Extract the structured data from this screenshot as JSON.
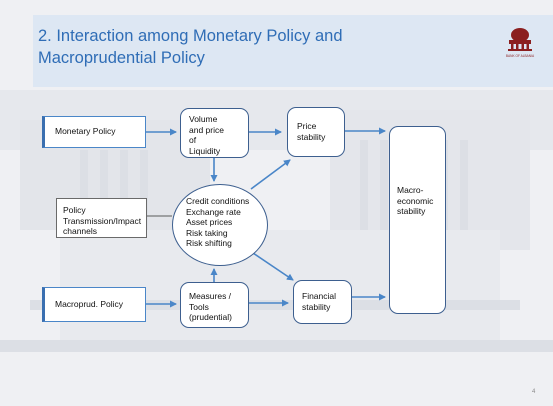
{
  "slide": {
    "title_line1": "2. Interaction among Monetary Policy and",
    "title_line2": "Macroprudential Policy",
    "page_number": "4"
  },
  "logo": {
    "caption": "BANK OF ALBANIA",
    "color": "#8b1f1f"
  },
  "diagram": {
    "monetary_policy": "Monetary Policy",
    "macroprud_policy": "Macroprud. Policy",
    "liquidity_lines": [
      "Volume",
      "and price",
      "of",
      "Liquidity"
    ],
    "tools_lines": [
      "Measures /",
      "Tools",
      "(prudential)"
    ],
    "channels_lines": [
      "Policy",
      "Transmission/Impact",
      "channels"
    ],
    "transmission_items": [
      "Credit conditions",
      "Exchange rate",
      "Asset prices",
      "Risk taking",
      "Risk shifting"
    ],
    "price_stability_lines": [
      "Price",
      "stability"
    ],
    "financial_stability_lines": [
      "Financial",
      "stability"
    ],
    "macro_stability_lines": [
      "Macro-",
      "economic",
      "stability"
    ]
  },
  "colors": {
    "title": "#2f6db6",
    "arrow": "#4a86c8",
    "box_border": "#3d5f8f"
  }
}
